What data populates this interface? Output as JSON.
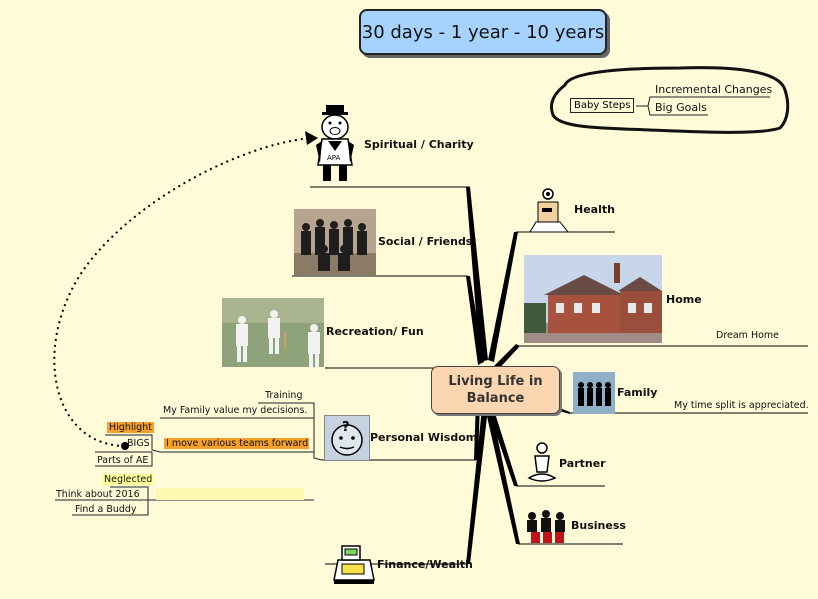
{
  "title": "30 days - 1 year - 10 years",
  "center": {
    "line1": "Living  Life in",
    "line2": "Balance"
  },
  "cloud": {
    "main": "Baby Steps",
    "branches": [
      "Incremental Changes",
      "Big Goals"
    ]
  },
  "topics": {
    "spiritual": "Spiritual / Charity",
    "social": "Social / Friends",
    "recreation": "Recreation/ Fun",
    "wisdom": "Personal Wisdom",
    "finance": "Finance/Wealth",
    "health": "Health",
    "home": "Home",
    "family": "Family",
    "partner": "Partner",
    "business": "Business"
  },
  "subtopics": {
    "dream_home": "Dream Home",
    "time_split": "My time split is appreciated.",
    "training": "Training",
    "family_value": "My Family value my decisions.",
    "teams_forward": "I move various teams forward",
    "highlight": "Highlight",
    "bigs": "BIGS",
    "parts_of_ae": "Parts of AE",
    "neglected": "Neglected",
    "think_2016": "Think about 2016",
    "find_buddy": "Find a Buddy"
  },
  "colors": {
    "background": "#fffbd9",
    "title_fill": "#a6d2ff",
    "center_fill": "#fcd6b0",
    "highlight_orange": "#f6a02a",
    "highlight_yellow": "#ffff99"
  }
}
